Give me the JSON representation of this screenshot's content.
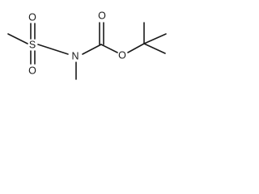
{
  "molecule": {
    "atoms": {
      "sulfur": "S",
      "oxygen_top": "O",
      "oxygen_bottom": "O",
      "nitrogen": "N",
      "oxygen_carbonyl": "O",
      "oxygen_ester": "O"
    }
  }
}
